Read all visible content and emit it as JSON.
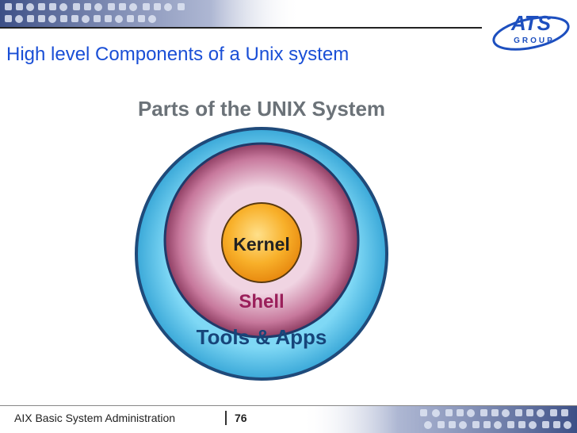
{
  "header": {
    "slide_title": "High level Components of a Unix system",
    "logo_text_top": "ATS",
    "logo_text_bottom": "GROUP"
  },
  "diagram": {
    "heading": "Parts of the UNIX System",
    "layers": [
      {
        "label": "Kernel",
        "color": "#f5a020"
      },
      {
        "label": "Shell",
        "color": "#b0507a"
      },
      {
        "label": "Tools & Apps",
        "color": "#4ac3ec"
      }
    ]
  },
  "footer": {
    "course": "AIX  Basic System Administration",
    "page_number": "76"
  },
  "colors": {
    "title_blue": "#1a4fd6",
    "band_blue": "#5c6fa0",
    "logo_blue": "#1d4fbf"
  }
}
